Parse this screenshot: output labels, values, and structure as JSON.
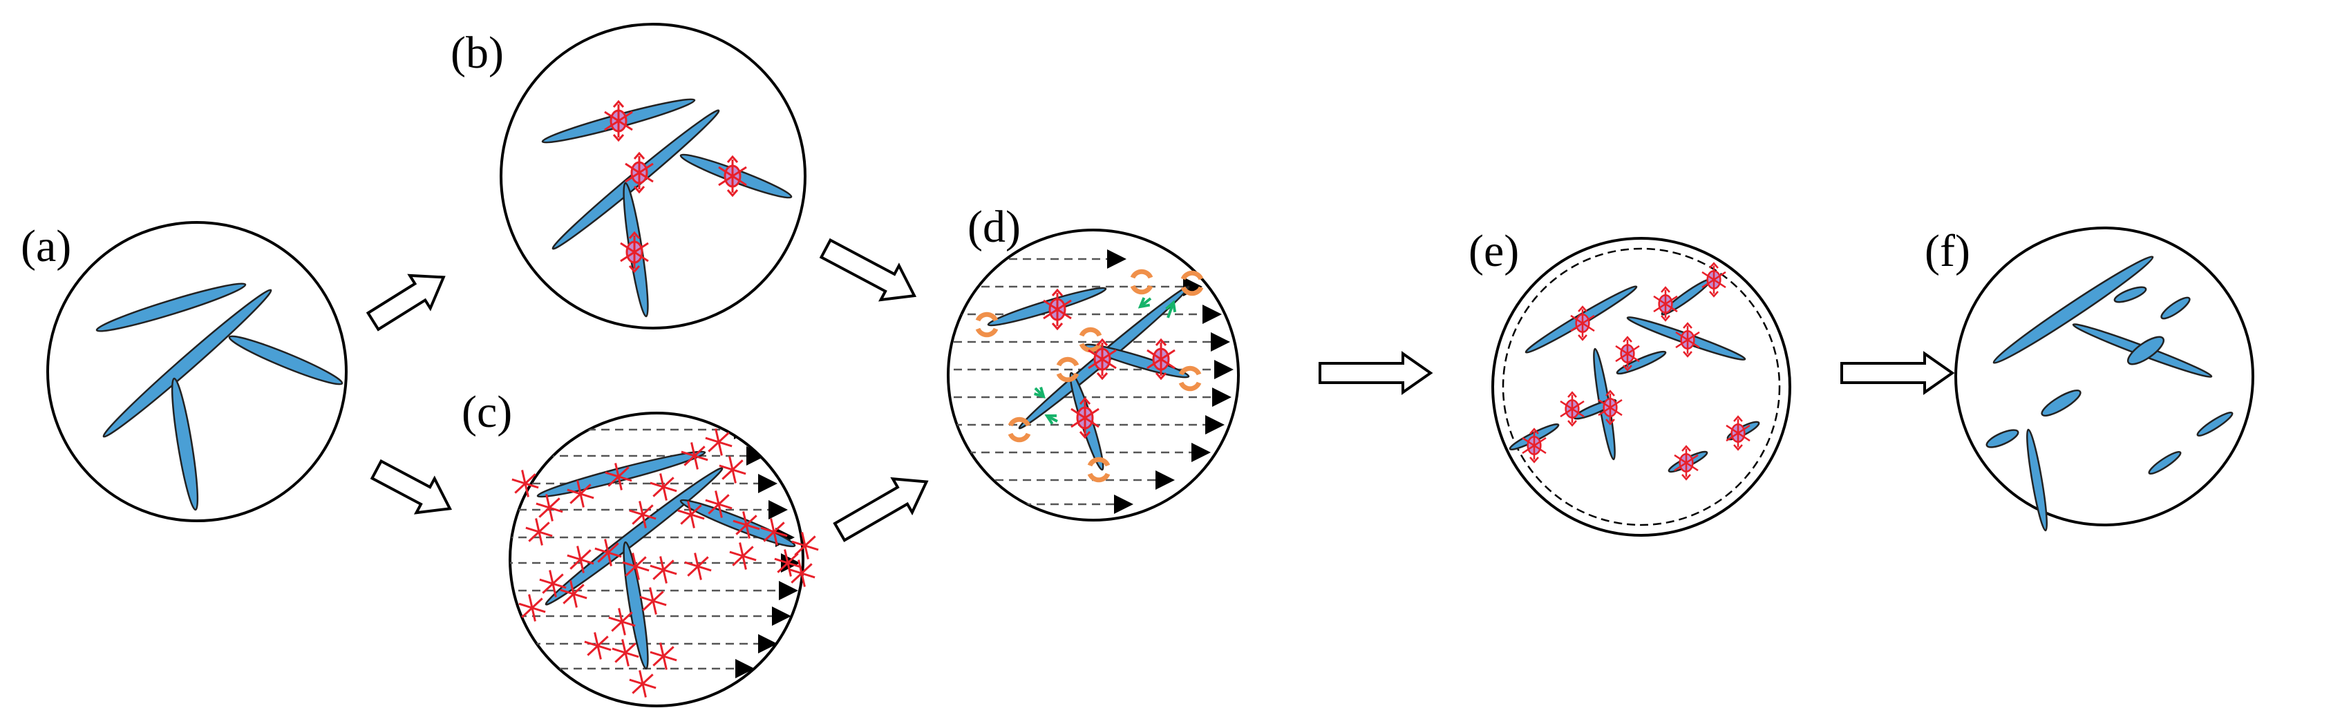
{
  "panels": [
    {
      "id": "a",
      "label": "(a)"
    },
    {
      "id": "b",
      "label": "(b)"
    },
    {
      "id": "c",
      "label": "(c)"
    },
    {
      "id": "d",
      "label": "(d)"
    },
    {
      "id": "e",
      "label": "(e)"
    },
    {
      "id": "f",
      "label": "(f)"
    }
  ],
  "colors": {
    "needle": "#4a9fd5",
    "defect": "#e8202a",
    "defect_fill": "#c48bd0",
    "ring": "#f0904a",
    "green_arrow": "#16b36a"
  },
  "stages": 6
}
